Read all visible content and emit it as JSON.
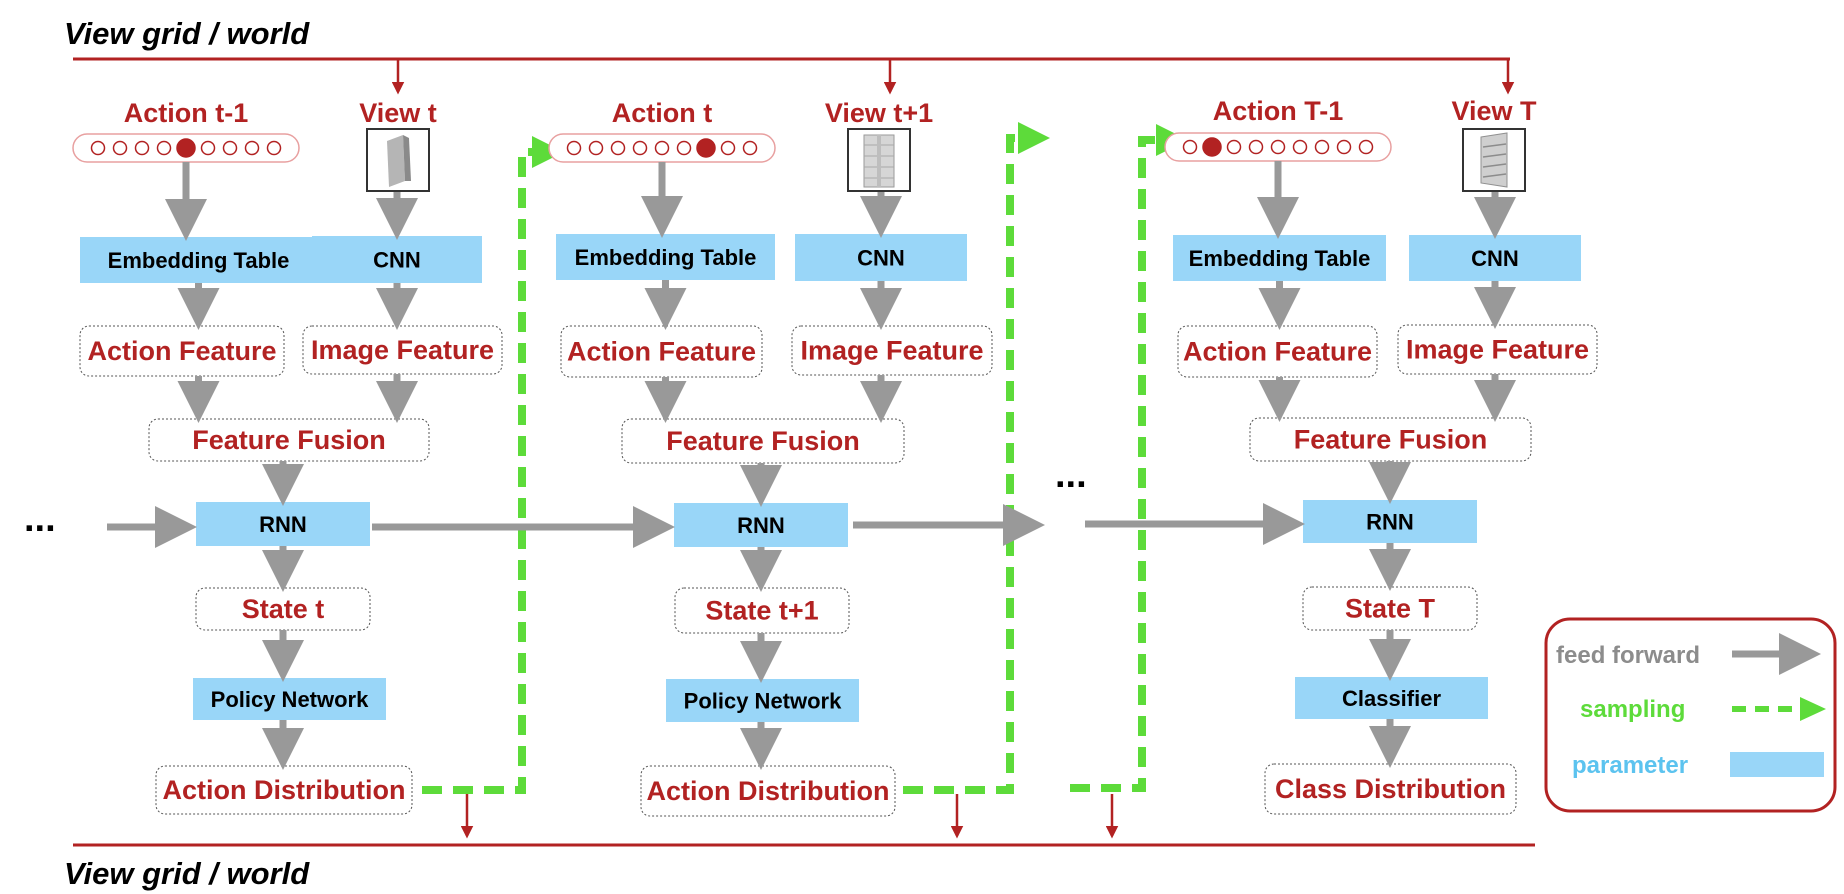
{
  "world_top_label": "View grid / world",
  "world_bottom_label": "View grid / world",
  "ellipsis_left": "...",
  "ellipsis_mid": "...",
  "colors": {
    "red": "#b22222",
    "gray_arrow": "#999999",
    "sampling_green": "#5ddb3a",
    "parameter_blue": "#99d6f8",
    "legend_feed": "#8c8c8c",
    "legend_param_text": "#5cc3ef"
  },
  "columns": [
    {
      "action_label": "Action t-1",
      "view_label": "View t",
      "action_onehot": [
        0,
        0,
        0,
        0,
        1,
        0,
        0,
        0,
        0
      ],
      "view_icon": "bookshelf-side-view",
      "embedding_label": "Embedding Table",
      "cnn_label": "CNN",
      "action_feature_label": "Action Feature",
      "image_feature_label": "Image Feature",
      "fusion_label": "Feature Fusion",
      "rnn_label": "RNN",
      "state_label": "State t",
      "head_label": "Policy Network",
      "output_label": "Action Distribution"
    },
    {
      "action_label": "Action t",
      "view_label": "View t+1",
      "action_onehot": [
        0,
        0,
        0,
        0,
        0,
        0,
        1,
        0,
        0
      ],
      "view_icon": "bookshelf-front-view",
      "embedding_label": "Embedding Table",
      "cnn_label": "CNN",
      "action_feature_label": "Action Feature",
      "image_feature_label": "Image Feature",
      "fusion_label": "Feature Fusion",
      "rnn_label": "RNN",
      "state_label": "State t+1",
      "head_label": "Policy Network",
      "output_label": "Action Distribution"
    },
    {
      "action_label": "Action T-1",
      "view_label": "View T",
      "action_onehot": [
        0,
        1,
        0,
        0,
        0,
        0,
        0,
        0,
        0
      ],
      "view_icon": "bookshelf-angled-view",
      "embedding_label": "Embedding Table",
      "cnn_label": "CNN",
      "action_feature_label": "Action Feature",
      "image_feature_label": "Image Feature",
      "fusion_label": "Feature Fusion",
      "rnn_label": "RNN",
      "state_label": "State T",
      "head_label": "Classifier",
      "output_label": "Class Distribution"
    }
  ],
  "legend": {
    "feed_forward": "feed forward",
    "sampling": "sampling",
    "parameter": "parameter"
  }
}
